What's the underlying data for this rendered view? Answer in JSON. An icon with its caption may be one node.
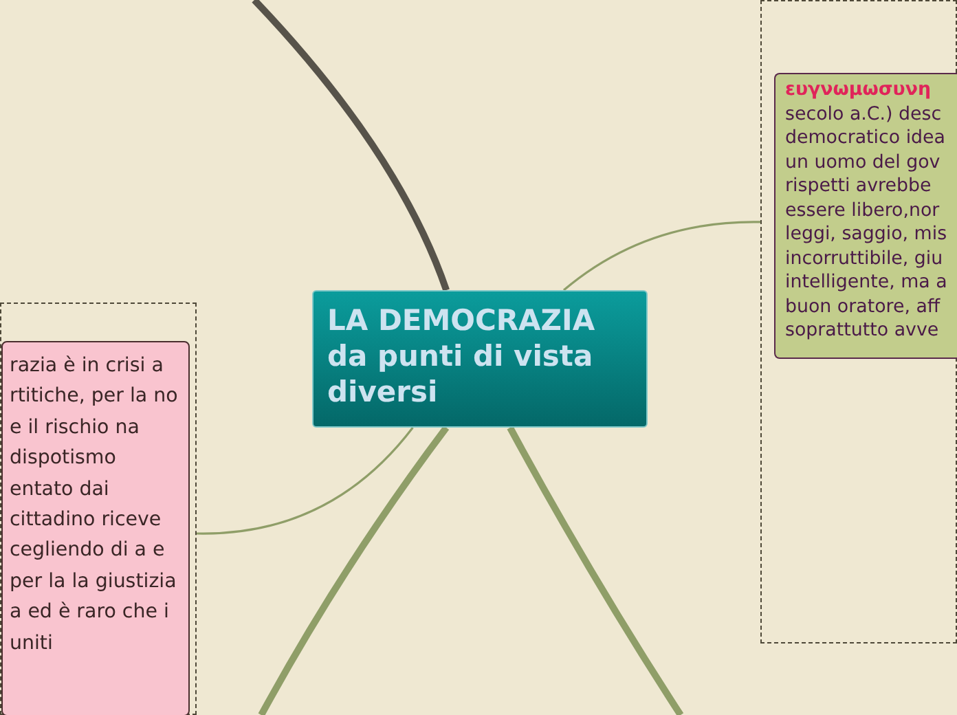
{
  "diagram": {
    "nodes": [
      {
        "text": [
          "LA DEMOCRAZIA da punti di vista diversi"
        ]
      },
      {
        "text": [],
        "shape": "box"
      },
      {
        "text": [
          "razia è in crisi a rtitiche, per la no e il rischio na dispotismo entato dai cittadino riceve cegliendo di a e per la la giustizia a ed è raro che i uniti"
        ],
        "in": 1
      },
      {
        "text": [],
        "shape": "box"
      },
      {
        "text": [
          "ευγνωμωσυνη",
          "secolo a.C.) desc democratico idea un uomo del gov rispetti avrebbe essere libero,nor leggi, saggio, mis incorruttibile, giu intelligente, ma a buon oratore, aff soprattutto avve"
        ],
        "in": 3
      }
    ],
    "edges": [
      {
        "from": 0,
        "to": 1,
        "arrow": "none"
      },
      {
        "from": 0,
        "to": 3,
        "arrow": "none"
      },
      {
        "from": 0,
        "to": null,
        "arrow": "none",
        "color": "#57534a"
      },
      {
        "from": 0,
        "to": null,
        "arrow": "none"
      },
      {
        "from": 0,
        "to": null,
        "arrow": "none"
      }
    ]
  }
}
